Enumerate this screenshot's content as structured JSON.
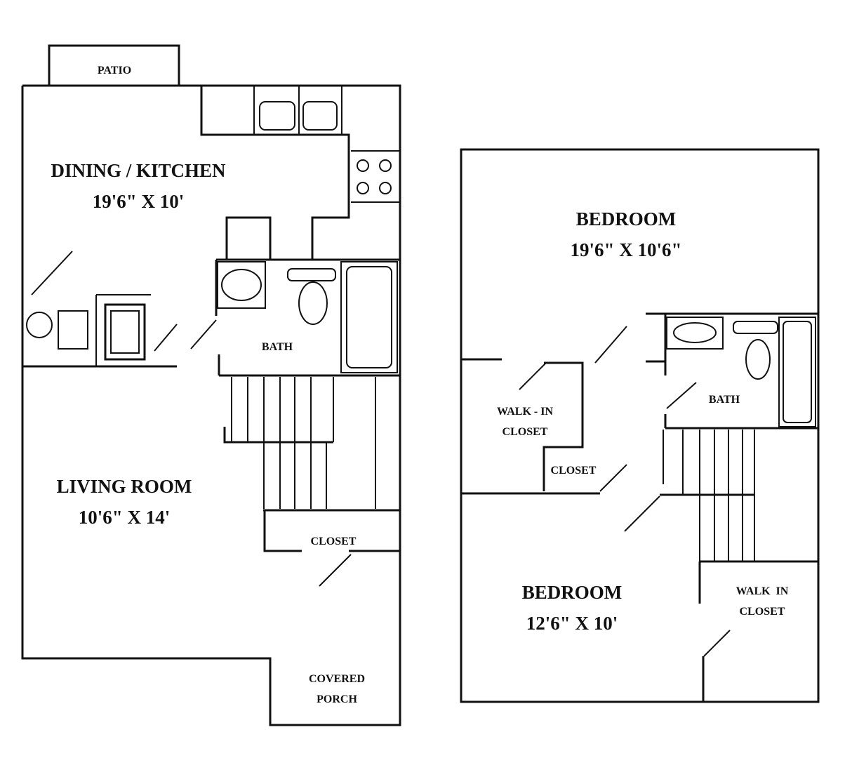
{
  "first_floor": {
    "patio": "PATIO",
    "dining_kitchen": {
      "name": "DINING / KITCHEN",
      "size": "19'6\" X 10'"
    },
    "bath": "BATH",
    "living_room": {
      "name": "LIVING ROOM",
      "size": "10'6\" X 14'"
    },
    "closet": "CLOSET",
    "covered_porch": [
      "COVERED",
      "PORCH"
    ]
  },
  "second_floor": {
    "bedroom_1": {
      "name": "BEDROOM",
      "size": "19'6\" X 10'6\""
    },
    "walk_in_closet_1": [
      "WALK - IN",
      "CLOSET"
    ],
    "closet": "CLOSET",
    "bath": "BATH",
    "bedroom_2": {
      "name": "BEDROOM",
      "size": "12'6\" X 10'"
    },
    "walk_in_closet_2": [
      "WALK  IN",
      "CLOSET"
    ]
  }
}
